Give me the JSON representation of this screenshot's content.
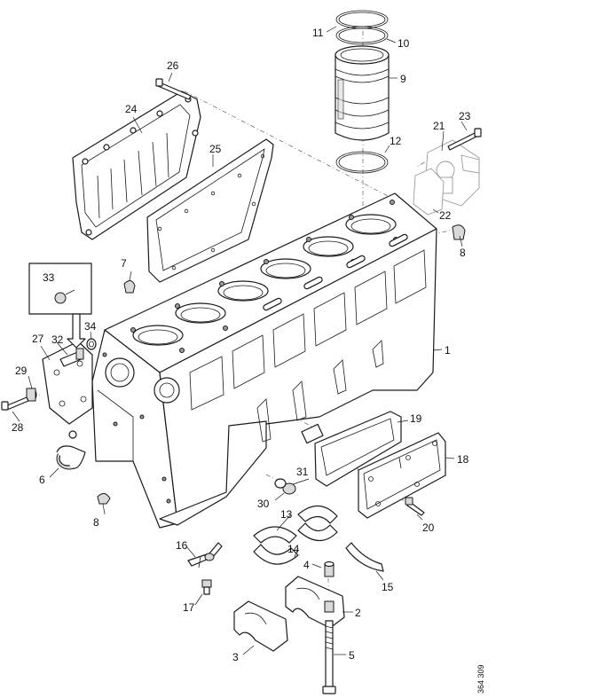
{
  "reference_code": "364 309",
  "callouts": {
    "c1": "1",
    "c2": "2",
    "c3": "3",
    "c4": "4",
    "c5": "5",
    "c6": "6",
    "c7": "7",
    "c8a": "8",
    "c8b": "8",
    "c9": "9",
    "c10": "10",
    "c11": "11",
    "c12": "12",
    "c13": "13",
    "c14": "14",
    "c15": "15",
    "c16": "16",
    "c17": "17",
    "c18": "18",
    "c19": "19",
    "c20": "20",
    "c21": "21",
    "c22": "22",
    "c23": "23",
    "c24": "24",
    "c25": "25",
    "c26": "26",
    "c27": "27",
    "c28": "28",
    "c29": "29",
    "c30": "30",
    "c31": "31",
    "c32": "32",
    "c33": "33",
    "c34": "34"
  }
}
